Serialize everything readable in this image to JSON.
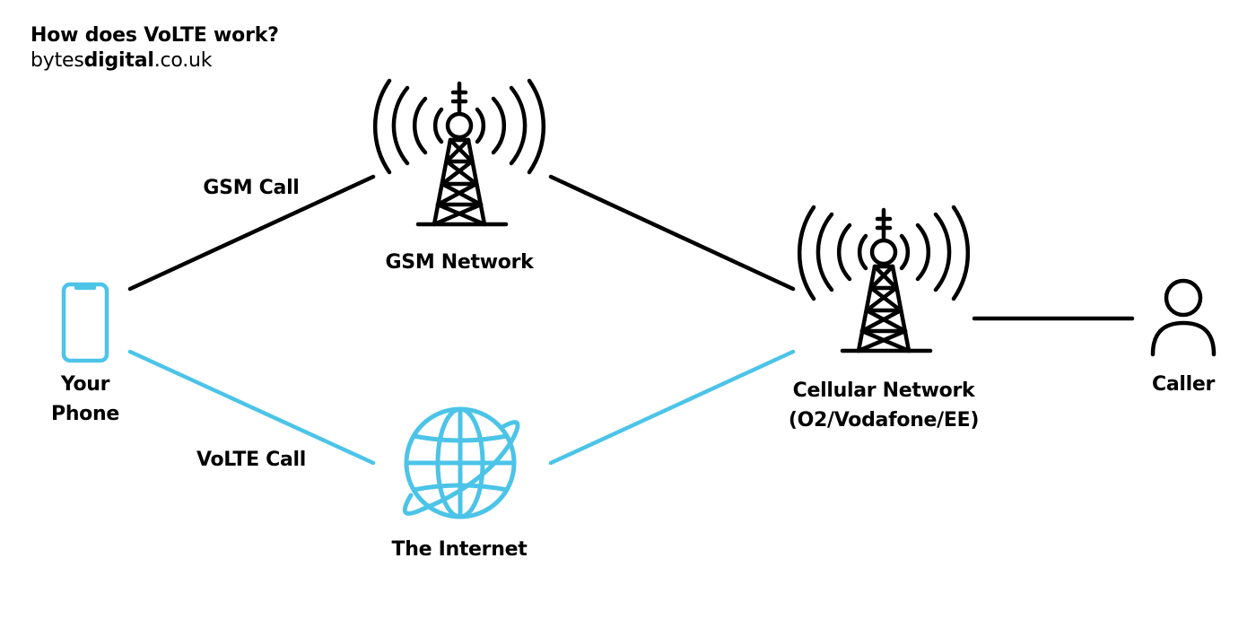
{
  "header": {
    "title": "How does VoLTE work?",
    "brand_prefix": "bytes",
    "brand_bold": "digital",
    "brand_suffix": ".co.uk"
  },
  "nodes": {
    "phone": {
      "line1": "Your",
      "line2": "Phone",
      "icon": "smartphone-icon"
    },
    "gsm_network": {
      "label": "GSM Network",
      "icon": "cell-tower-icon"
    },
    "internet": {
      "label": "The Internet",
      "icon": "globe-icon"
    },
    "cellular_network": {
      "line1": "Cellular Network",
      "line2": "(O2/Vodafone/EE)",
      "icon": "cell-tower-icon"
    },
    "caller": {
      "label": "Caller",
      "icon": "person-icon"
    }
  },
  "edges": {
    "gsm_call": "GSM Call",
    "volte_call": "VoLTE Call"
  },
  "colors": {
    "text": "#000000",
    "line_black": "#000000",
    "accent_blue": "#4cc4e8",
    "background": "#ffffff"
  }
}
